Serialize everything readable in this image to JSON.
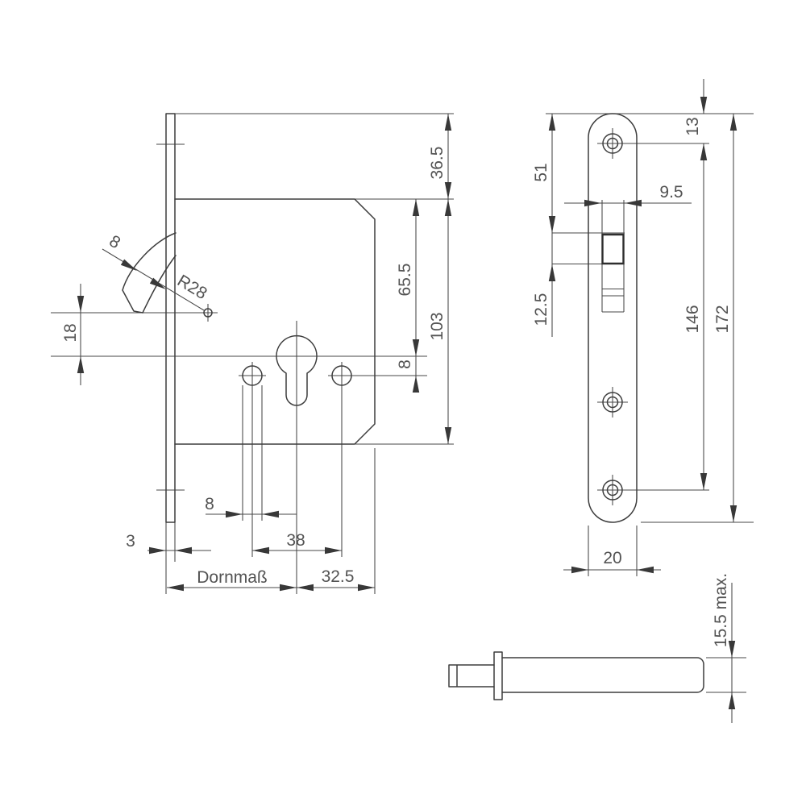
{
  "views": {
    "lock_side": {
      "dims": {
        "faceplate_top_to_case": "36.5",
        "case_top_to_cylinder": "65.5",
        "case_height": "103",
        "cylinder_to_holes": "8",
        "pivot_to_cylinder": "18",
        "hook_thickness": "8",
        "hook_radius": "R28",
        "hole_diameter": "8",
        "faceplate_thickness": "3",
        "hole_center_distance": "38",
        "backset": "Dornmaß",
        "cylinder_to_case_edge": "32.5"
      }
    },
    "faceplate_front": {
      "dims": {
        "top_to_screw_hole": "13",
        "top_to_slot": "51",
        "slot_width": "9.5",
        "slot_to_hook": "12.5",
        "screw_hole_distance": "146",
        "faceplate_length": "172",
        "faceplate_width": "20"
      }
    },
    "case_profile": {
      "dims": {
        "case_thickness": "15.5 max."
      }
    }
  }
}
